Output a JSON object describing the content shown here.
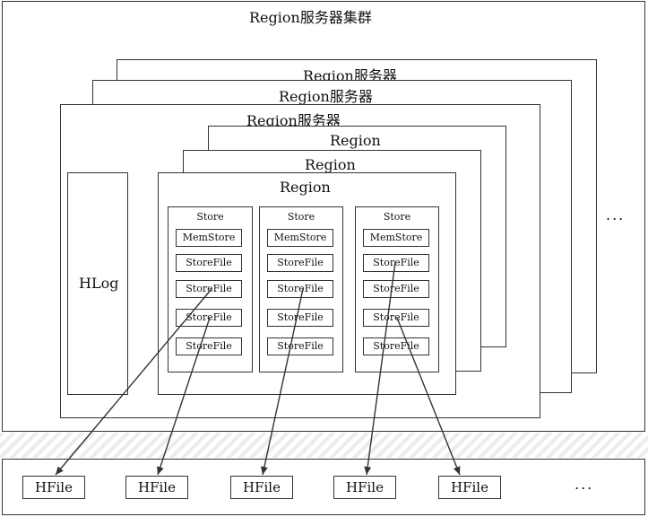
{
  "cluster": {
    "title": "Region服务器集群"
  },
  "servers": [
    "Region服务器",
    "Region服务器",
    "Region服务器"
  ],
  "regions": [
    "Region",
    "Region",
    "Region"
  ],
  "hlog": "HLog",
  "ellipsis": "...",
  "stores": [
    {
      "title": "Store",
      "memstore": "MemStore",
      "storefiles": [
        "StoreFile",
        "StoreFile",
        "StoreFile",
        "StoreFile"
      ]
    },
    {
      "title": "Store",
      "memstore": "MemStore",
      "storefiles": [
        "StoreFile",
        "StoreFile",
        "StoreFile",
        "StoreFile"
      ]
    },
    {
      "title": "Store",
      "memstore": "MemStore",
      "storefiles": [
        "StoreFile",
        "StoreFile",
        "StoreFile",
        "StoreFile"
      ]
    }
  ],
  "hfiles": [
    "HFile",
    "HFile",
    "HFile",
    "HFile",
    "HFile"
  ],
  "hdfs_ellipsis": "..."
}
